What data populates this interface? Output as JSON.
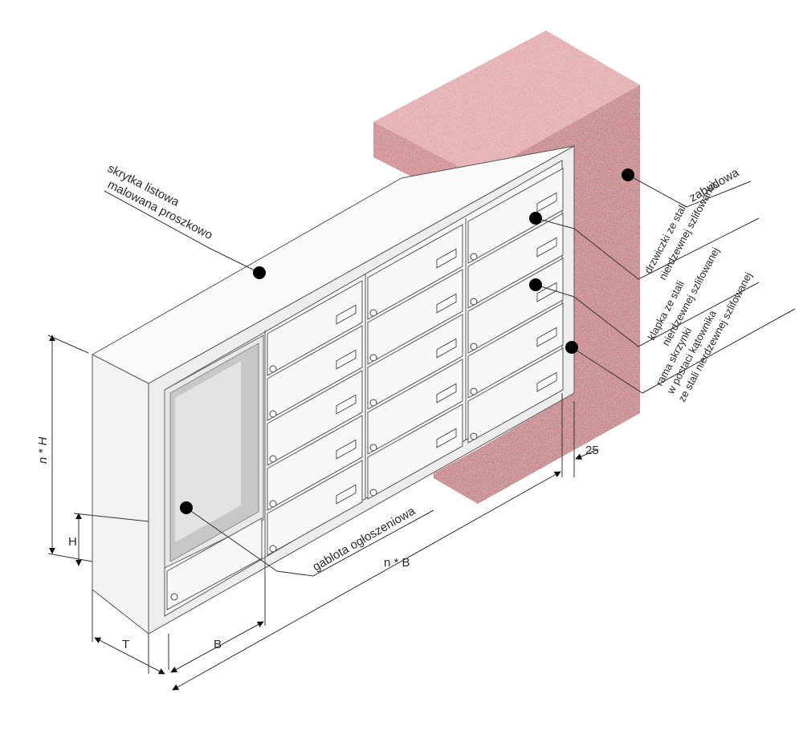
{
  "labels": {
    "powder_line1": "skrytka listowa",
    "powder_line2": "malowana proszkowo",
    "enclosure": "zabudowa",
    "door_line1": "drzwiczki ze stali",
    "door_line2": "nierdzewnej szlifowanej",
    "flap_line1": "klapka ze stali",
    "flap_line2": "nierdzewnej szlifowanej",
    "frame_line1": "rama skrzynki",
    "frame_line2": "w postaci kątownika",
    "frame_line3": "ze stali nierdzewnej szlifowanej",
    "showcase": "gablota ogłoszeniowa"
  },
  "dimensions": {
    "nH": "n * H",
    "H": "H",
    "T": "T",
    "B": "B",
    "nB": "n * B",
    "edge": "25"
  },
  "colors": {
    "brick_light": "#d9888c",
    "brick_mid": "#c55a60",
    "brick_dark": "#a8383f",
    "steel": "#f4f4f4",
    "glass": "#c8ccc8"
  }
}
